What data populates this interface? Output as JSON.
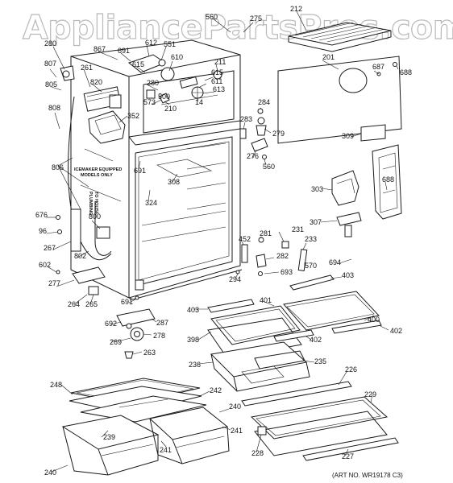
{
  "watermark": "AppliancePartsPros.com",
  "notes": {
    "icemaker_line1": "ICEMAKER EQUIPPED",
    "icemaker_line2": "MODELS ONLY",
    "plumbing_line1": "TO HOUSE",
    "plumbing_line2": "PLUMBING"
  },
  "art_number": "(ART NO. WR19178 C3)",
  "parts": [
    "560",
    "275",
    "212",
    "280",
    "612",
    "551",
    "807",
    "867",
    "691",
    "610",
    "211",
    "201",
    "805",
    "261",
    "820",
    "615",
    "687",
    "688",
    "280",
    "615",
    "611",
    "613",
    "500",
    "573",
    "210",
    "14",
    "284",
    "808",
    "352",
    "283",
    "279",
    "309",
    "276",
    "560",
    "806",
    "691",
    "308",
    "303",
    "688",
    "324",
    "676",
    "800",
    "307",
    "96",
    "281",
    "231",
    "452",
    "233",
    "267",
    "282",
    "570",
    "694",
    "802",
    "602",
    "294",
    "693",
    "403",
    "277",
    "264",
    "265",
    "691",
    "401",
    "403",
    "400",
    "287",
    "398",
    "402",
    "402",
    "692",
    "278",
    "269",
    "263",
    "236",
    "235",
    "226",
    "248",
    "242",
    "229",
    "240",
    "239",
    "241",
    "241",
    "228",
    "227",
    "240"
  ],
  "colors": {
    "line": "#1a1a1a",
    "background": "#ffffff",
    "watermark_outline": "#b9b9b9"
  }
}
